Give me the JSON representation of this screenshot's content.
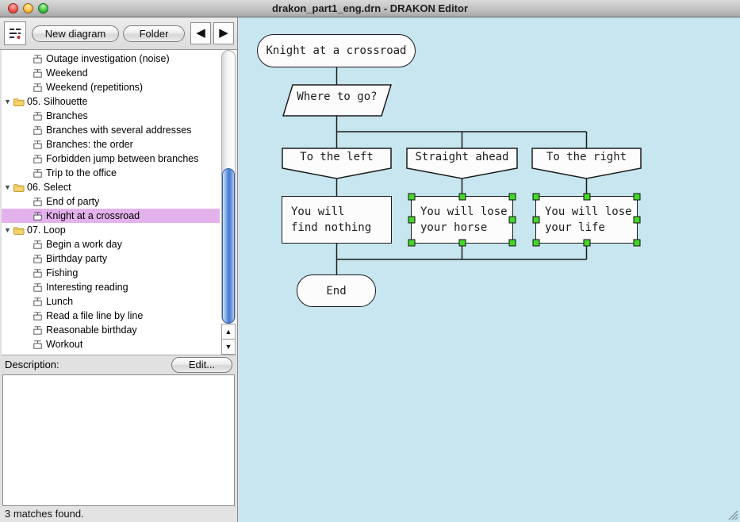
{
  "window": {
    "title": "drakon_part1_eng.drn - DRAKON Editor"
  },
  "toolbar": {
    "buttons": {
      "new_diagram": "New diagram",
      "folder": "Folder"
    }
  },
  "icons": {
    "back_arrow": "◀",
    "forward_arrow": "▶",
    "disclosure_down": "▼",
    "scroll_up": "▲",
    "scroll_down": "▼"
  },
  "tree": {
    "items": [
      {
        "label": "Outage investigation (noise)",
        "type": "diagram",
        "level": 1,
        "selected": false
      },
      {
        "label": "Weekend",
        "type": "diagram",
        "level": 1,
        "selected": false
      },
      {
        "label": "Weekend (repetitions)",
        "type": "diagram",
        "level": 1,
        "selected": false
      },
      {
        "label": "05. Silhouette",
        "type": "folder",
        "level": 0,
        "selected": false
      },
      {
        "label": "Branches",
        "type": "diagram",
        "level": 1,
        "selected": false
      },
      {
        "label": "Branches with several addresses",
        "type": "diagram",
        "level": 1,
        "selected": false
      },
      {
        "label": "Branches: the order",
        "type": "diagram",
        "level": 1,
        "selected": false
      },
      {
        "label": "Forbidden jump between branches",
        "type": "diagram",
        "level": 1,
        "selected": false
      },
      {
        "label": "Trip to the office",
        "type": "diagram",
        "level": 1,
        "selected": false
      },
      {
        "label": "06. Select",
        "type": "folder",
        "level": 0,
        "selected": false
      },
      {
        "label": "End of party",
        "type": "diagram",
        "level": 1,
        "selected": false
      },
      {
        "label": "Knight at a crossroad",
        "type": "diagram",
        "level": 1,
        "selected": true
      },
      {
        "label": "07. Loop",
        "type": "folder",
        "level": 0,
        "selected": false
      },
      {
        "label": "Begin a work day",
        "type": "diagram",
        "level": 1,
        "selected": false
      },
      {
        "label": "Birthday party",
        "type": "diagram",
        "level": 1,
        "selected": false
      },
      {
        "label": "Fishing",
        "type": "diagram",
        "level": 1,
        "selected": false
      },
      {
        "label": "Interesting reading",
        "type": "diagram",
        "level": 1,
        "selected": false
      },
      {
        "label": "Lunch",
        "type": "diagram",
        "level": 1,
        "selected": false
      },
      {
        "label": "Read a file line by line",
        "type": "diagram",
        "level": 1,
        "selected": false
      },
      {
        "label": "Reasonable birthday",
        "type": "diagram",
        "level": 1,
        "selected": false
      },
      {
        "label": "Workout",
        "type": "diagram",
        "level": 1,
        "selected": false
      }
    ]
  },
  "description": {
    "label": "Description:",
    "edit_button": "Edit...",
    "text": ""
  },
  "status": {
    "text": "3 matches found."
  },
  "diagram": {
    "title": "Knight at a crossroad",
    "question": "Where to go?",
    "branches": [
      {
        "case": "To the left",
        "action": "You will\nfind nothing",
        "selected": false
      },
      {
        "case": "Straight ahead",
        "action": "You will lose\nyour horse",
        "selected": true
      },
      {
        "case": "To the right",
        "action": "You will lose\nyour life",
        "selected": true
      }
    ],
    "end": "End"
  },
  "colors": {
    "canvas_bg": "#c7e6ef",
    "selection_highlight": "#e3b2ec",
    "handle_green": "#44d62a"
  }
}
